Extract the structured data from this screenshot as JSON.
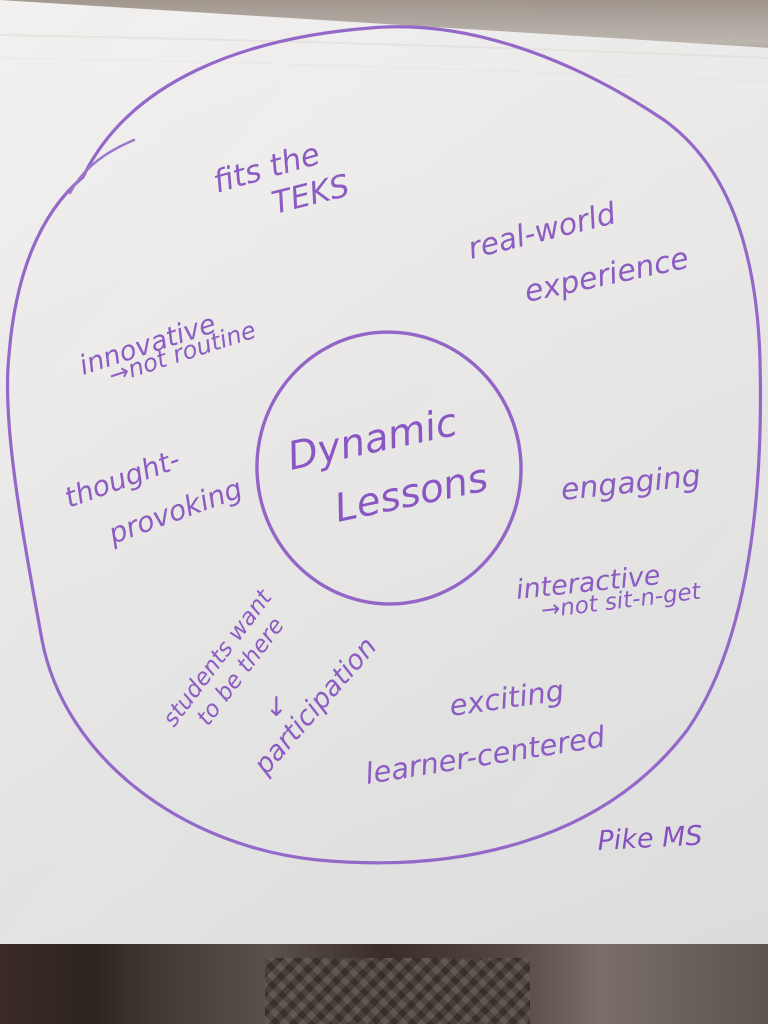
{
  "chart_board": {
    "center_text_line1": "Dynamic",
    "center_text_line2": "Lessons",
    "labels": {
      "fits_line1": "fits the",
      "fits_line2": "TEKS",
      "real_world_line1": "real-world",
      "real_world_line2": "experience",
      "innovative_line1": "innovative",
      "innovative_line2": "→not routine",
      "thought_line1": "thought-",
      "thought_line2": "provoking",
      "engaging": "engaging",
      "interactive_line1": "interactive",
      "interactive_line2": "→not sit-n-get",
      "students_line1": "students want",
      "students_line2": "to be there",
      "students_arrow": "↓",
      "participation": "participation",
      "exciting": "exciting",
      "learner_centered": "learner-centered",
      "pike_ms": "Pike MS"
    }
  },
  "colors": {
    "ink": "#8c5cc3",
    "paper": "#eeeeed",
    "background": "#6d6660"
  }
}
